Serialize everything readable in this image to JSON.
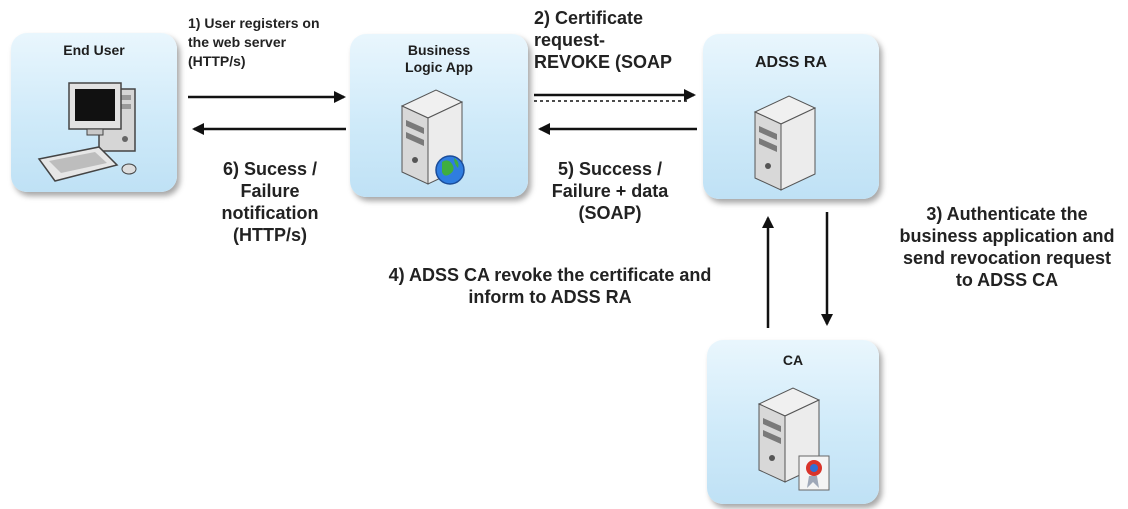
{
  "nodes": {
    "end_user": {
      "title": "End User"
    },
    "business_logic": {
      "title": "Business Logic App"
    },
    "adss_ra": {
      "title": "ADSS RA"
    },
    "ca": {
      "title": "CA"
    }
  },
  "labels": {
    "step1": "1) User registers on the web server (HTTP/s)",
    "step2": "2) Certificate request- REVOKE (SOAP",
    "step3": "3) Authenticate the business application and send revocation request to ADSS CA",
    "step4": "4) ADSS CA revoke the certificate and inform to ADSS RA",
    "step5": "5) Success / Failure + data (SOAP)",
    "step6": "6) Sucess / Failure notification (HTTP/s)"
  }
}
